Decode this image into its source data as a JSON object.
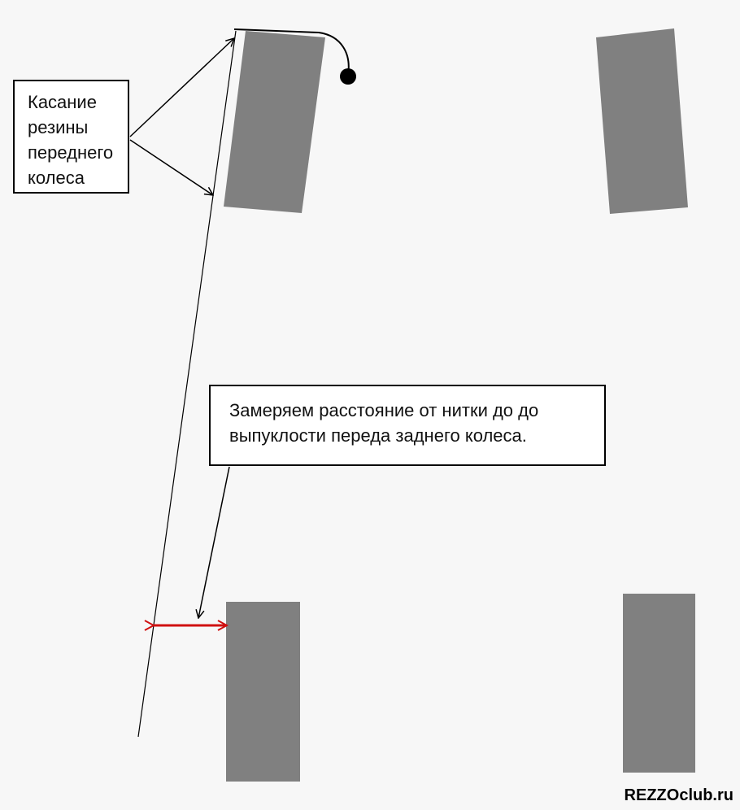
{
  "front_contact_label": {
    "lines": [
      "Касание",
      "резины",
      "переднего",
      "колеса"
    ]
  },
  "rear_measure_label": {
    "lines": [
      "Замеряем расстояние от нитки до до",
      "выпуклости переда заднего колеса."
    ]
  },
  "watermark": "REZZOclub.ru",
  "colors": {
    "background": "#f7f7f7",
    "wheel": "#808080",
    "string_line": "#000000",
    "measure_arrow": "#d01010",
    "label_border": "#000000"
  }
}
